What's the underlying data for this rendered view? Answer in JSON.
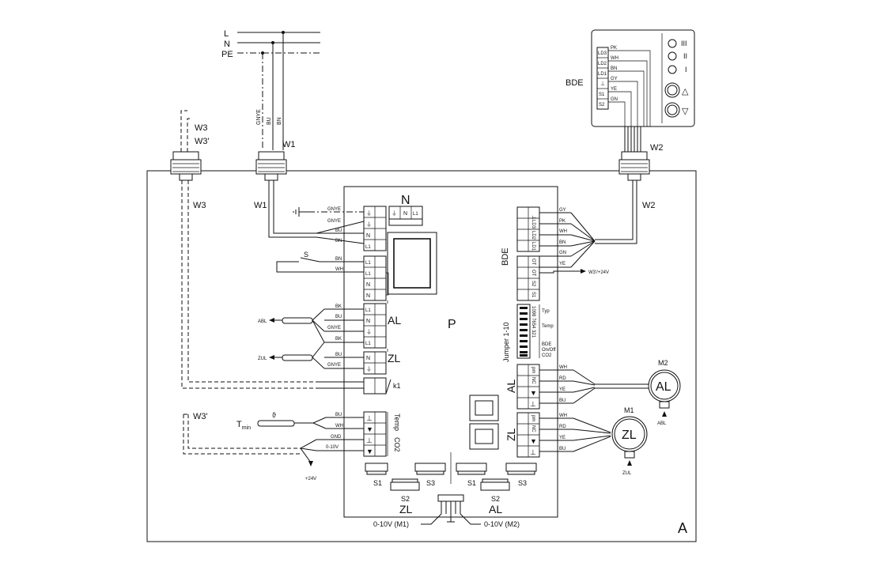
{
  "mains": {
    "l": "L",
    "n": "N",
    "pe": "PE",
    "gnye": "GNYE",
    "bu": "BU",
    "bn": "BN"
  },
  "cables": {
    "w1": "W1",
    "w2": "W2",
    "w3": "W3",
    "w3p": "W3'"
  },
  "bde": {
    "title": "BDE",
    "terms": [
      "LD3",
      "LD2",
      "LD1",
      "⊥",
      "S1",
      "S2"
    ],
    "wires": [
      "PK",
      "WH",
      "BN",
      "GY",
      "YE",
      "GN"
    ],
    "levels": [
      "III",
      "II",
      "I"
    ],
    "up": "△",
    "down": "▽"
  },
  "board": {
    "p": "P",
    "n": "N",
    "nterm": [
      "⏚",
      "N",
      "L1"
    ],
    "a": "A",
    "s": "S",
    "k1": "k1",
    "abl": "ABL",
    "zul": "ZUL",
    "tmin": "T",
    "tmin_sub": "min",
    "theta": "ϑ",
    "plus24": "+24V",
    "w3out": "W3'/+24V",
    "jumper": "Jumper 1-10",
    "jnums": "1098 7654 321",
    "jtyp": "Typ",
    "jtemp": "Temp",
    "jbde": "BDE",
    "jonoff": "On/Off",
    "jco2": "CO2",
    "bdeside": "BDE"
  },
  "left_terms": {
    "mains": [
      "⏚",
      "⏚",
      "N",
      "L1"
    ],
    "mains_w": [
      "GNYE",
      "GNYE",
      "BU",
      "BN"
    ],
    "sw": [
      "L1",
      "L1",
      "N",
      "N"
    ],
    "sw_w": [
      "BN",
      "WH"
    ],
    "al": [
      "L1",
      "N",
      "⏚",
      "L1"
    ],
    "al_w": [
      "BK",
      "BU",
      "GNYE",
      "BK"
    ],
    "zl": [
      "N",
      "⏚"
    ],
    "zl_w": [
      "BU",
      "GNYE"
    ],
    "al_label": "AL",
    "zl_label": "ZL",
    "temp_label": "Temp",
    "co2_label": "CO2",
    "temp_w": [
      "BU",
      "WH"
    ],
    "co2_w": [
      "GND",
      "0-10V"
    ]
  },
  "right_terms": {
    "bde": [
      "⊥",
      "LD3",
      "LD2",
      "LD1",
      "OT",
      "OT",
      "S2",
      "S1"
    ],
    "bde_w": [
      "GY",
      "PK",
      "WH",
      "BN",
      "GN",
      "YE"
    ],
    "al": [
      "pm",
      "NC",
      "▼",
      "⊥"
    ],
    "zl": [
      "pm",
      "NC",
      "▼",
      "⊥"
    ],
    "al_label": "AL",
    "zl_label": "ZL",
    "m_w": [
      "WH",
      "RD",
      "YE",
      "BU"
    ],
    "m2": "M2",
    "m1": "M1",
    "al_motor": "AL",
    "zl_motor": "ZL"
  },
  "bottom": {
    "s1": "S1",
    "s2": "S2",
    "s3": "S3",
    "zl": "ZL",
    "al": "AL",
    "m1": "0-10V (M1)",
    "m2": "0-10V (M2)"
  }
}
